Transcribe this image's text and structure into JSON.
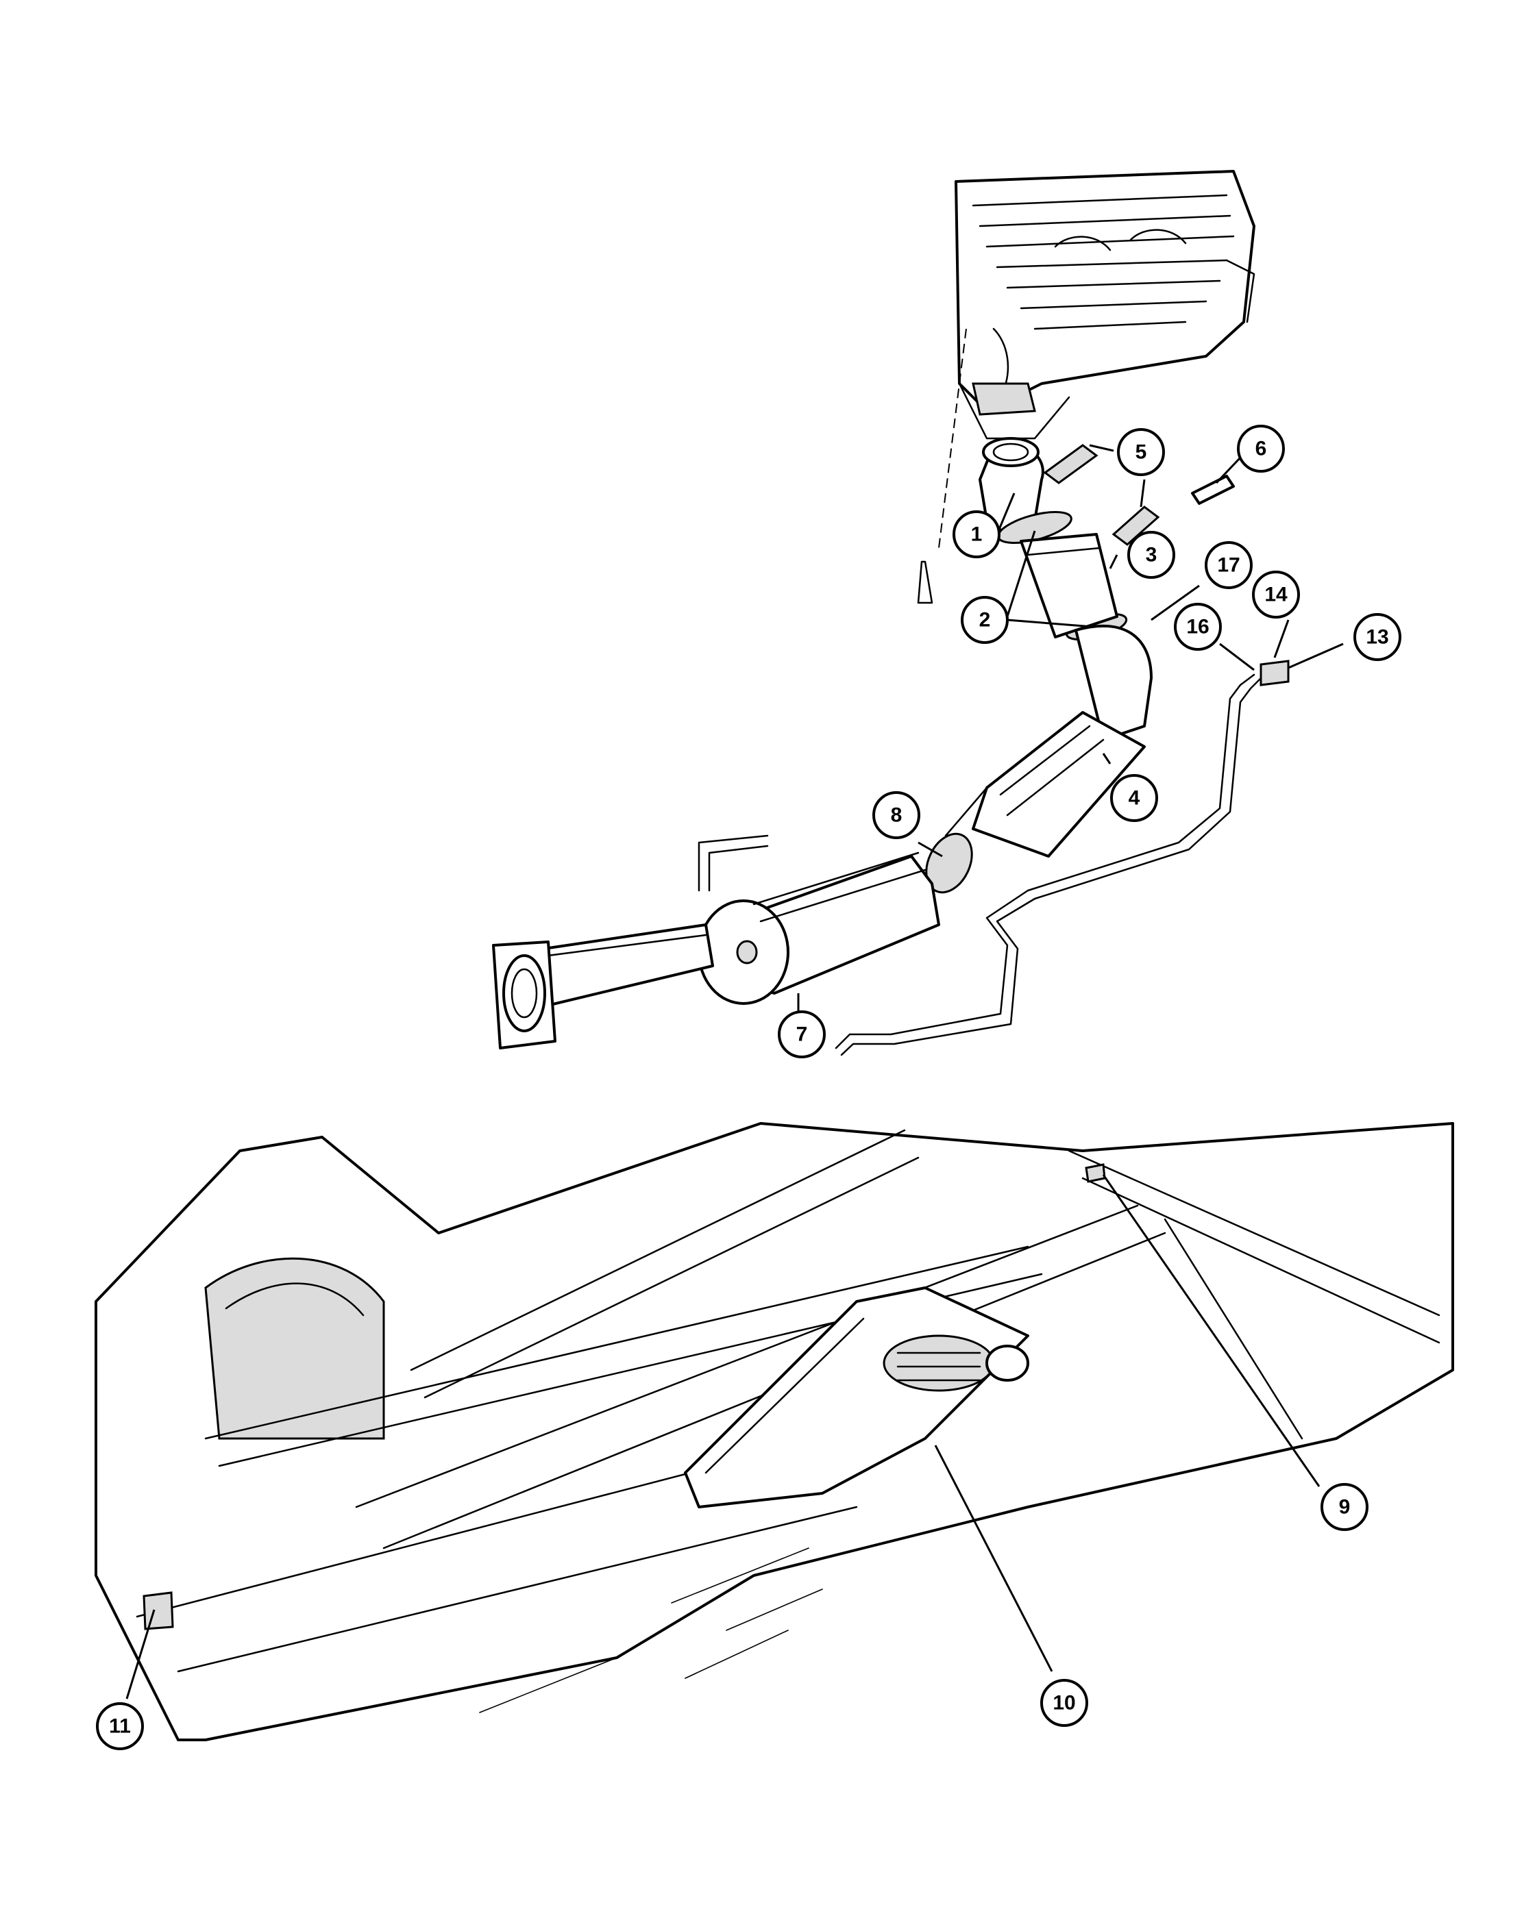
{
  "callouts": [
    {
      "id": "1",
      "label": "1"
    },
    {
      "id": "2",
      "label": "2"
    },
    {
      "id": "3",
      "label": "3"
    },
    {
      "id": "4",
      "label": "4"
    },
    {
      "id": "5",
      "label": "5"
    },
    {
      "id": "6",
      "label": "6"
    },
    {
      "id": "7",
      "label": "7"
    },
    {
      "id": "8",
      "label": "8"
    },
    {
      "id": "9",
      "label": "9"
    },
    {
      "id": "10",
      "label": "10"
    },
    {
      "id": "11",
      "label": "11"
    },
    {
      "id": "13",
      "label": "13"
    },
    {
      "id": "14",
      "label": "14"
    },
    {
      "id": "16",
      "label": "16"
    },
    {
      "id": "17",
      "label": "17"
    }
  ],
  "colors": {
    "ink": "#000000",
    "paper": "#ffffff",
    "shade": "#dcdcdc"
  }
}
